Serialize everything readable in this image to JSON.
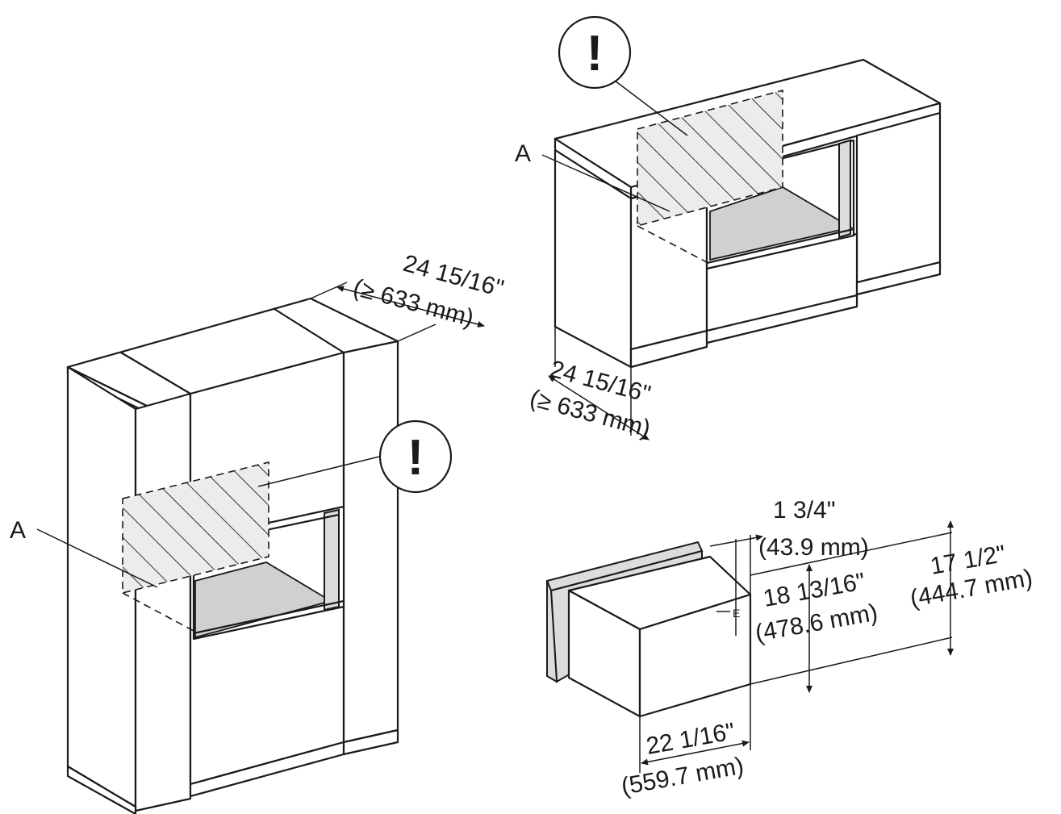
{
  "labels": {
    "a_label": "A",
    "warning_mark": "!",
    "depth_in": "24 15/16\"",
    "depth_mm": "(≥ 633 mm)",
    "offset_in": "1 3/4\"",
    "offset_mm": "(43.9 mm)",
    "front_height_in": "17 1/2\"",
    "front_height_mm": "(444.7 mm)",
    "body_height_in": "18 13/16\"",
    "body_height_mm": "(478.6 mm)",
    "width_in": "22 1/16\"",
    "width_mm": "(559.7 mm)",
    "side_mark": "E"
  }
}
